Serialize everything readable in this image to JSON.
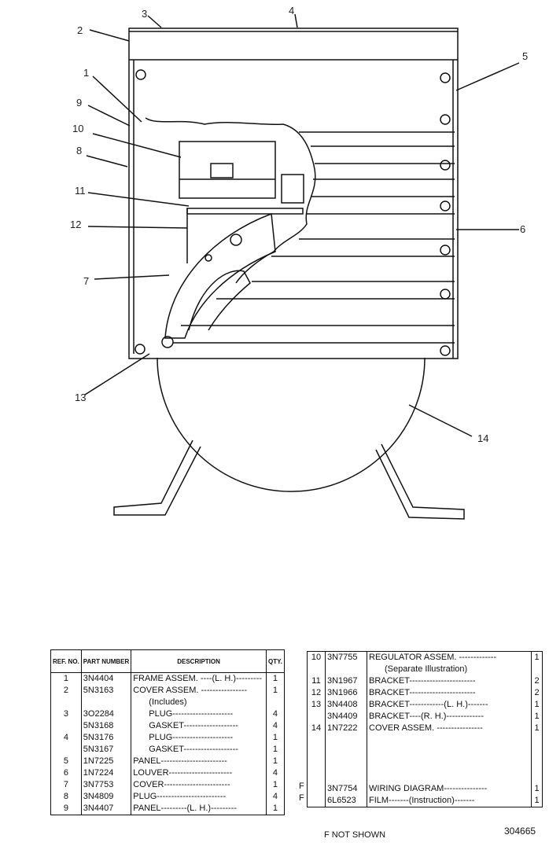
{
  "callouts": [
    "1",
    "2",
    "3",
    "4",
    "5",
    "6",
    "7",
    "8",
    "9",
    "10",
    "11",
    "12",
    "13",
    "14"
  ],
  "table_left": {
    "headers": {
      "ref": "REF. NO.",
      "part": "PART NUMBER",
      "desc": "DESCRIPTION",
      "qty": "QTY."
    },
    "rows": [
      {
        "ref": "1",
        "part": "3N4404",
        "desc": "FRAME ASSEM. ----(L. H.)---------",
        "qty": "1"
      },
      {
        "ref": "2",
        "part": "5N3163",
        "desc": "COVER ASSEM. ----------------",
        "qty": "1"
      },
      {
        "ref": "",
        "part": "",
        "desc": "(Includes)",
        "qty": "",
        "indent": true
      },
      {
        "ref": "3",
        "part": "3O2284",
        "desc": "PLUG---------------------",
        "qty": "4",
        "indent": true
      },
      {
        "ref": "",
        "part": "5N3168",
        "desc": "GASKET-------------------",
        "qty": "4",
        "indent": true
      },
      {
        "ref": "4",
        "part": "5N3176",
        "desc": "PLUG---------------------",
        "qty": "1",
        "indent": true
      },
      {
        "ref": "",
        "part": "5N3167",
        "desc": "GASKET-------------------",
        "qty": "1",
        "indent": true
      },
      {
        "ref": "5",
        "part": "1N7225",
        "desc": "PANEL-----------------------",
        "qty": "1"
      },
      {
        "ref": "6",
        "part": "1N7224",
        "desc": "LOUVER----------------------",
        "qty": "4"
      },
      {
        "ref": "7",
        "part": "3N7753",
        "desc": "COVER-----------------------",
        "qty": "1"
      },
      {
        "ref": "8",
        "part": "3N4809",
        "desc": "PLUG------------------------",
        "qty": "4"
      },
      {
        "ref": "9",
        "part": "3N4407",
        "desc": "PANEL---------(L. H.)---------",
        "qty": "1"
      }
    ]
  },
  "table_right": {
    "rows": [
      {
        "ref": "10",
        "part": "3N7755",
        "desc": "REGULATOR ASSEM. -------------",
        "qty": "1"
      },
      {
        "ref": "",
        "part": "",
        "desc": "(Separate Illustration)",
        "qty": "",
        "indent": true
      },
      {
        "ref": "11",
        "part": "3N1967",
        "desc": "BRACKET-----------------------",
        "qty": "2"
      },
      {
        "ref": "12",
        "part": "3N1966",
        "desc": "BRACKET-----------------------",
        "qty": "2"
      },
      {
        "ref": "13",
        "part": "3N4408",
        "desc": "BRACKET------------(L. H.)-------",
        "qty": "1"
      },
      {
        "ref": "",
        "part": "3N4409",
        "desc": "BRACKET----(R. H.)-------------",
        "qty": "1"
      },
      {
        "ref": "14",
        "part": "1N7222",
        "desc": "COVER ASSEM. ----------------",
        "qty": "1"
      },
      {
        "ref": "",
        "part": "3N7754",
        "desc": "WIRING DIAGRAM---------------",
        "qty": "1",
        "flag": "F"
      },
      {
        "ref": "",
        "part": "6L6523",
        "desc": "FILM-------(Instruction)-------",
        "qty": "1",
        "flag": "F"
      }
    ]
  },
  "footnote": "F NOT SHOWN",
  "reference_number": "304665"
}
